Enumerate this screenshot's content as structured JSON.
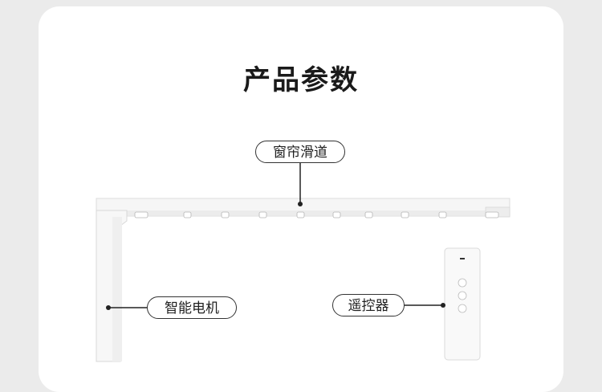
{
  "title": "产品参数",
  "labels": {
    "track": "窗帘滑道",
    "motor": "智能电机",
    "remote": "遥控器"
  },
  "icons": {
    "remote_buttons": [
      "up-arrow-icon",
      "pause-icon",
      "down-arrow-icon"
    ]
  },
  "colors": {
    "page_bg": "#ebebeb",
    "card_bg": "#ffffff",
    "product_white": "#f7f7f7",
    "outline": "#333333"
  }
}
